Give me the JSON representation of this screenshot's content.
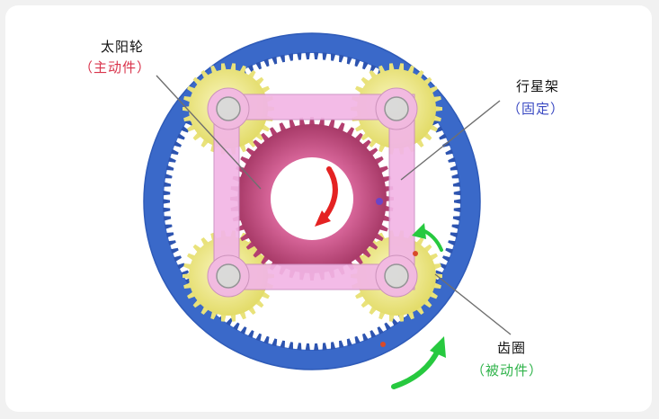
{
  "labels": {
    "sun_gear": {
      "name": "太阳轮",
      "role": "（主动件）"
    },
    "carrier": {
      "name": "行星架",
      "role": "（固定）"
    },
    "ring_gear": {
      "name": "齿圈",
      "role": "（被动件）"
    }
  },
  "colors": {
    "ring": "#3a69c9",
    "ring_teeth": "#2d54b0",
    "sun": "#c04a7c",
    "planet": "#f3ee8e",
    "carrier": "#f2b6e6",
    "leader": "#6f6f6f",
    "arrow_red": "#e42222",
    "arrow_green": "#27c93f",
    "role_sun": "#d9334b",
    "role_carrier": "#3a49c2",
    "role_ring": "#2fb34a"
  }
}
